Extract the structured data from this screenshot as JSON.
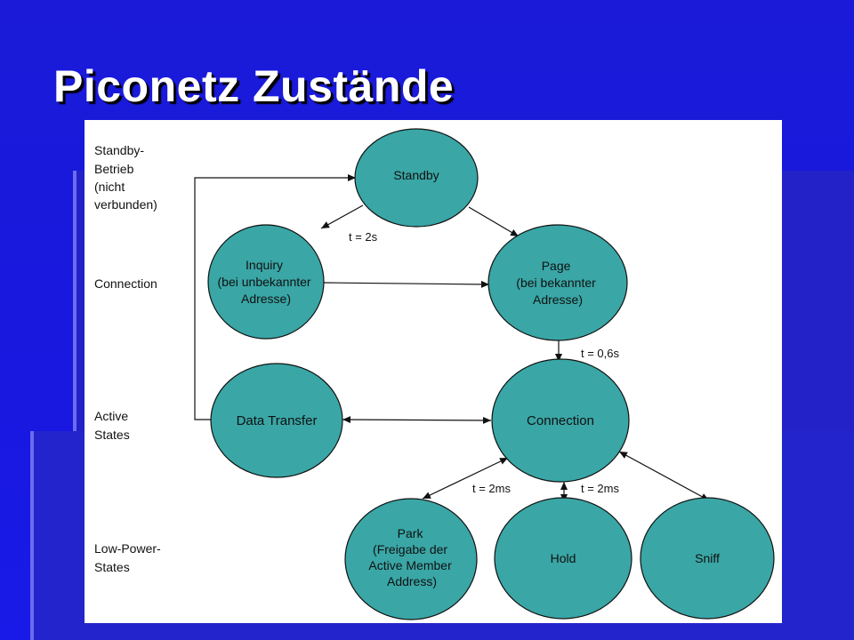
{
  "slide": {
    "title": "Piconetz Zustände"
  },
  "rows": {
    "standby": [
      "Standby-",
      "Betrieb",
      "(nicht",
      "verbunden)"
    ],
    "connection": [
      "Connection"
    ],
    "active": [
      "Active",
      "States"
    ],
    "low_power": [
      "Low-Power-",
      "States"
    ]
  },
  "nodes": {
    "standby": [
      "Standby"
    ],
    "inquiry": [
      "Inquiry",
      "(bei unbekannter",
      "Adresse)"
    ],
    "page": [
      "Page",
      "(bei bekannter",
      "Adresse)"
    ],
    "data_transfer": [
      "Data Transfer"
    ],
    "connection": [
      "Connection"
    ],
    "park": [
      "Park",
      "(Freigabe der",
      "Active Member",
      "Address)"
    ],
    "hold": [
      "Hold"
    ],
    "sniff": [
      "Sniff"
    ]
  },
  "edge_labels": {
    "inquiry_time": "t = 2s",
    "page_time": "t = 0,6s",
    "park_time": "t = 2ms",
    "hold_time": "t = 2ms"
  },
  "colors": {
    "node_fill": "#3aa6a6",
    "node_stroke": "#000000"
  }
}
